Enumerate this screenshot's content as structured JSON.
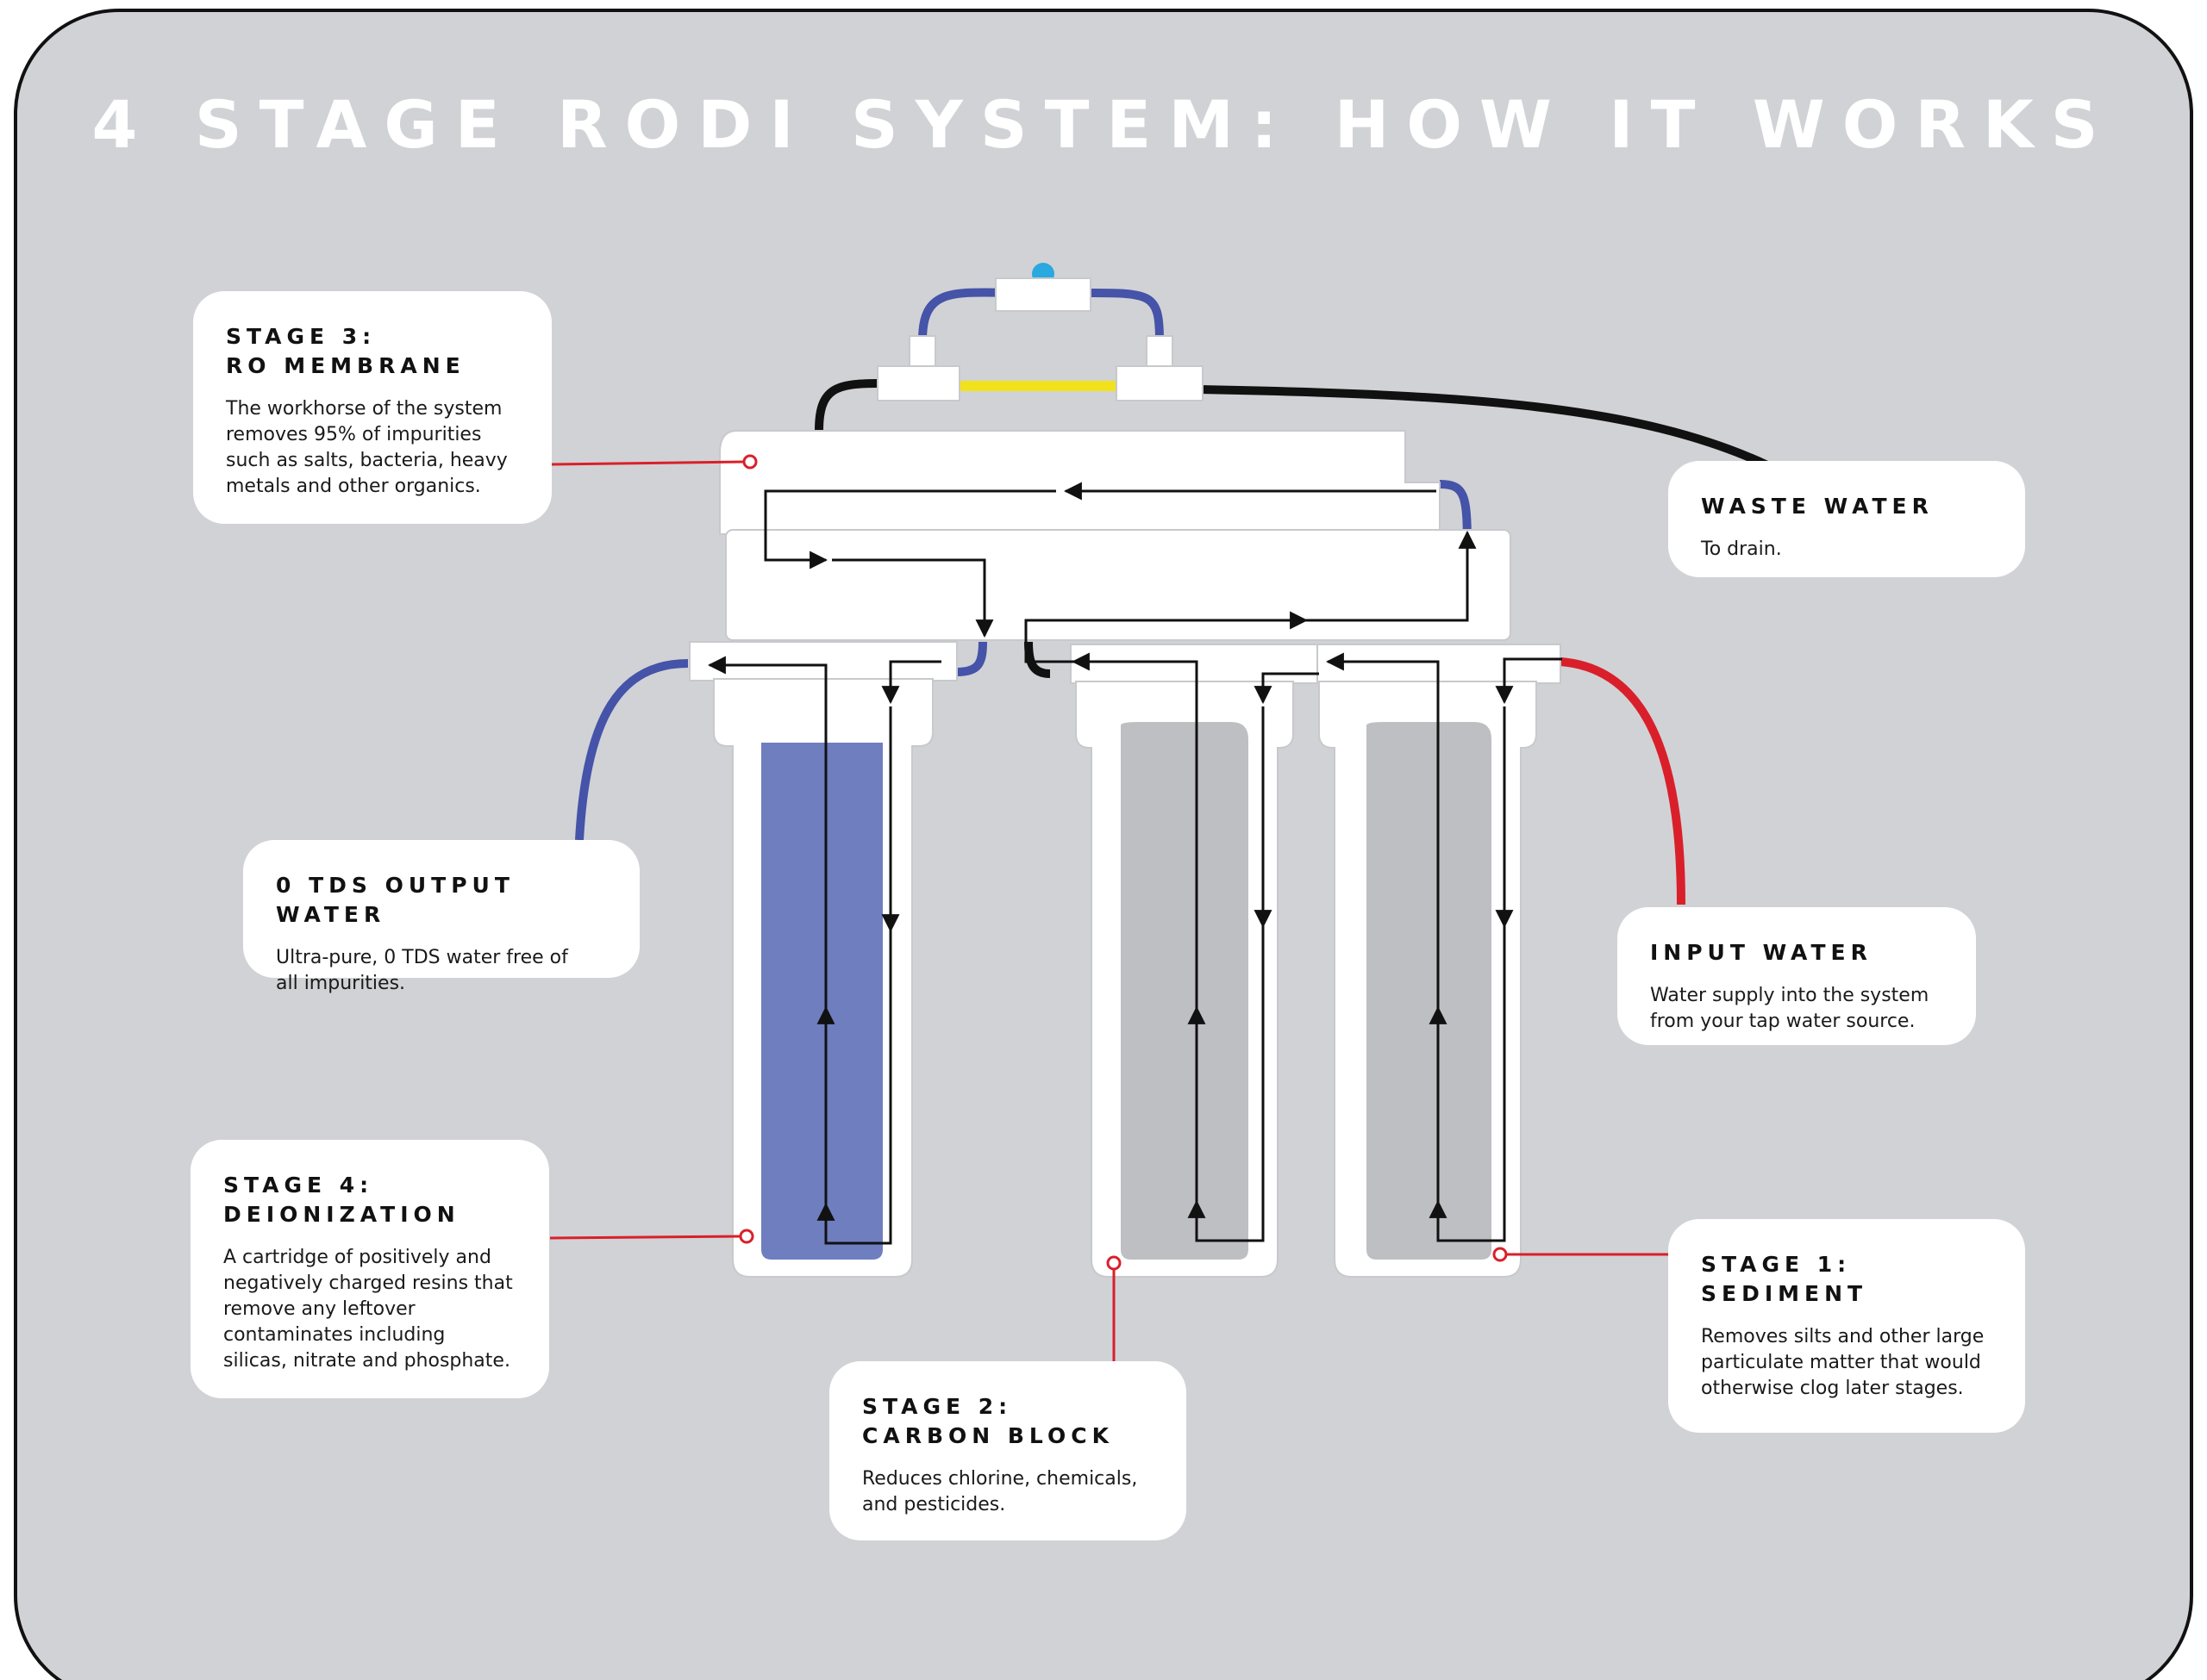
{
  "title": "4 STAGE RODI SYSTEM: HOW IT WORKS",
  "colors": {
    "background": "#d1d2d6",
    "membrane_water": "#6f7ebf",
    "filter_media": "#bebfc2",
    "input_line": "#d9202a",
    "output_line": "#4553a8",
    "waste_line": "#111111",
    "flush_line": "#f2e21c",
    "leader_line": "#d9202a",
    "valve_knob": "#2aa8e0"
  },
  "callouts": {
    "stage3": {
      "title": "STAGE 3:\nRO MEMBRANE",
      "body": "The workhorse of the system\nremoves 95% of impurities\nsuch as salts, bacteria, heavy\nmetals and other organics."
    },
    "waste": {
      "title": "WASTE WATER",
      "body": "To drain."
    },
    "output": {
      "title": "0 TDS OUTPUT WATER",
      "body": "Ultra-pure, 0 TDS water free of\nall impurities."
    },
    "input": {
      "title": "INPUT WATER",
      "body": "Water supply into the system\nfrom your tap water source."
    },
    "stage4": {
      "title": "STAGE 4:\nDEIONIZATION",
      "body": "A cartridge of positively and\nnegatively charged resins that\nremove any leftover\ncontaminates including\nsilicas, nitrate and phosphate."
    },
    "stage1": {
      "title": "STAGE 1:\nSEDIMENT",
      "body": "Removes silts and other large\nparticulate matter that would\notherwise clog later stages."
    },
    "stage2": {
      "title": "STAGE 2:\nCARBON BLOCK",
      "body": "Reduces chlorine, chemicals,\nand pesticides."
    }
  }
}
